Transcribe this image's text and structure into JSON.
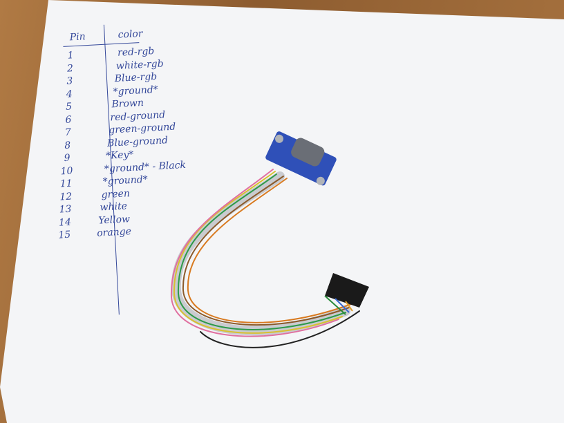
{
  "notes": {
    "header_pin": "Pin",
    "header_color": "color",
    "rows": [
      {
        "pin": "1",
        "color": "red-rgb"
      },
      {
        "pin": "2",
        "color": "white-rgb"
      },
      {
        "pin": "3",
        "color": "Blue-rgb"
      },
      {
        "pin": "4",
        "color": "*ground*"
      },
      {
        "pin": "5",
        "color": "Brown"
      },
      {
        "pin": "6",
        "color": "red-ground"
      },
      {
        "pin": "7",
        "color": "green-ground"
      },
      {
        "pin": "8",
        "color": "Blue-ground"
      },
      {
        "pin": "9",
        "color": "*Key*"
      },
      {
        "pin": "10",
        "color": "*ground* - Black"
      },
      {
        "pin": "11",
        "color": "*ground*"
      },
      {
        "pin": "12",
        "color": "green"
      },
      {
        "pin": "13",
        "color": "white"
      },
      {
        "pin": "14",
        "color": "Yellow"
      },
      {
        "pin": "15",
        "color": "orange"
      }
    ]
  }
}
